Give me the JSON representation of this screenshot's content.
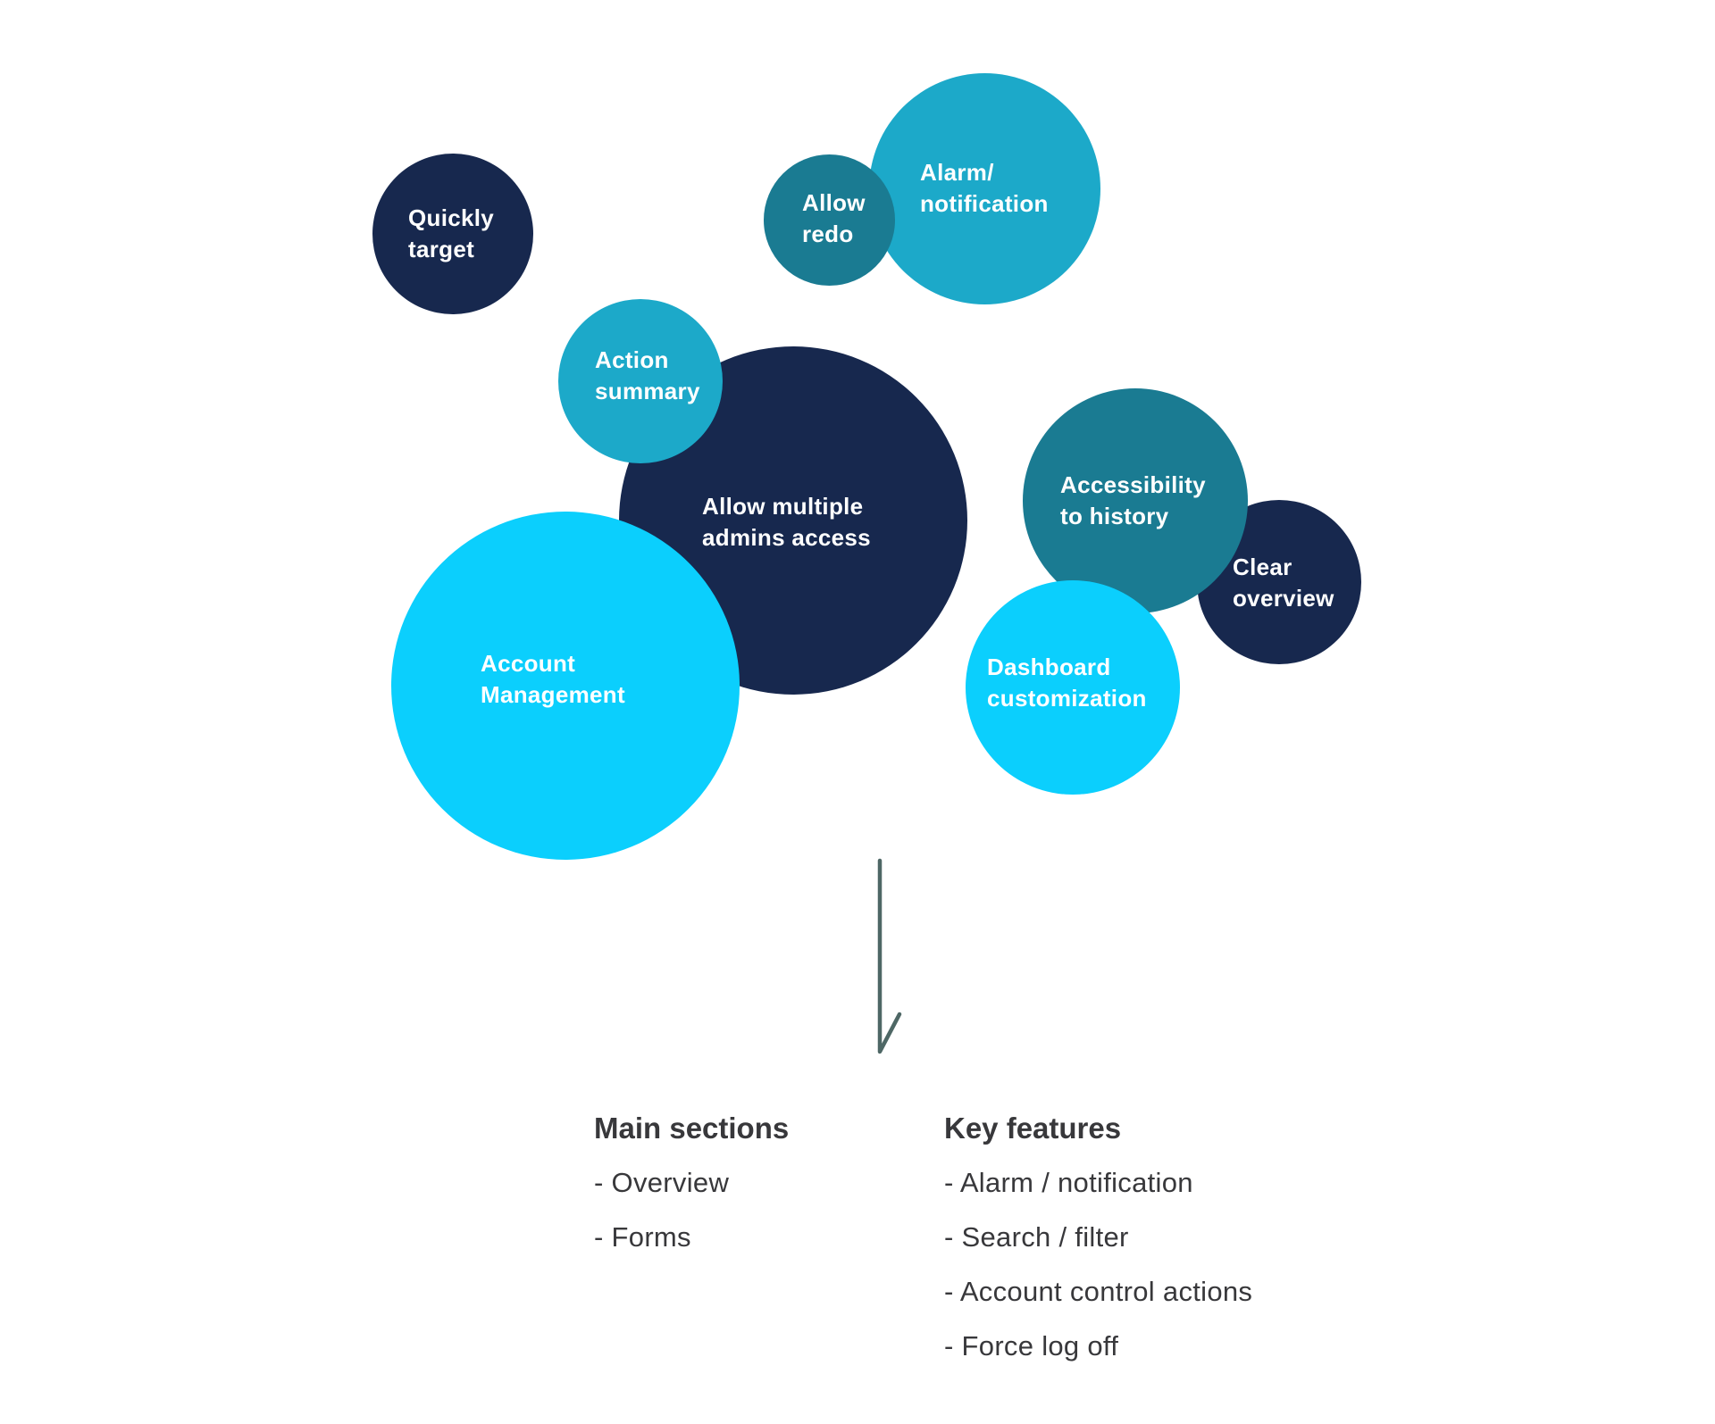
{
  "colors": {
    "navy": "#17284e",
    "teal_dark": "#1a7b92",
    "teal": "#1ca9c9",
    "cyan": "#0bcffd",
    "text_dark": "#38383b",
    "arrow": "#4e6765"
  },
  "bubbles": [
    {
      "id": "quickly-target",
      "lines": [
        "Quickly",
        "target"
      ],
      "color": "navy"
    },
    {
      "id": "alarm-notification",
      "lines": [
        "Alarm/",
        "notification"
      ],
      "color": "teal"
    },
    {
      "id": "allow-redo",
      "lines": [
        "Allow",
        "redo"
      ],
      "color": "teal_dark"
    },
    {
      "id": "allow-multiple-admins-access",
      "lines": [
        "Allow multiple",
        "admins access"
      ],
      "color": "navy"
    },
    {
      "id": "action-summary",
      "lines": [
        "Action",
        "summary"
      ],
      "color": "teal"
    },
    {
      "id": "account-management",
      "lines": [
        "Account",
        "Management"
      ],
      "color": "cyan"
    },
    {
      "id": "clear-overview",
      "lines": [
        "Clear",
        "overview"
      ],
      "color": "navy"
    },
    {
      "id": "accessibility-to-history",
      "lines": [
        "Accessibility",
        "to history"
      ],
      "color": "teal_dark"
    },
    {
      "id": "dashboard-customization",
      "lines": [
        "Dashboard",
        "customization"
      ],
      "color": "cyan"
    }
  ],
  "arrow_icon": "arrow-down-icon",
  "main_sections": {
    "heading": "Main sections",
    "items": [
      "- Overview",
      "- Forms"
    ]
  },
  "key_features": {
    "heading": "Key features",
    "items": [
      "- Alarm / notification",
      "- Search / filter",
      "- Account control actions",
      "- Force log off"
    ]
  }
}
